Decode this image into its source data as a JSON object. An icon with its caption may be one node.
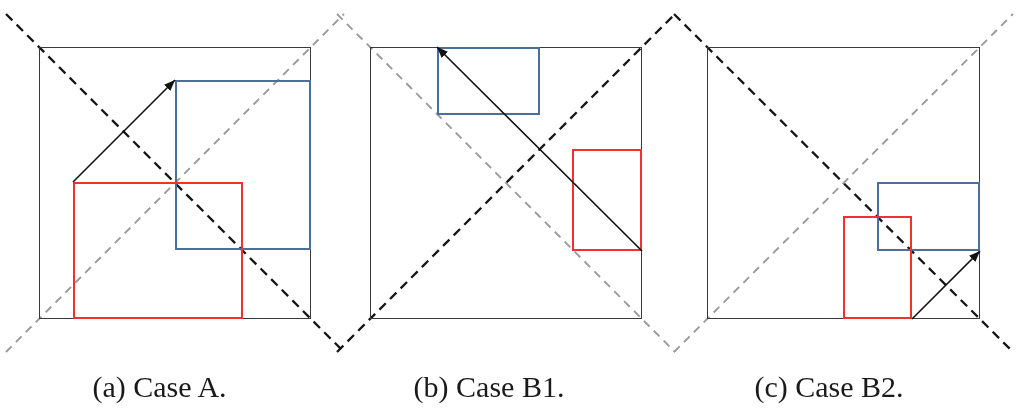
{
  "diagram": {
    "nodes": [
      {
        "text": [],
        "shape": "box"
      },
      {
        "text": [],
        "shape": "box",
        "in": 0
      },
      {
        "text": [],
        "shape": "box",
        "in": 0
      },
      {
        "text": [],
        "shape": "box"
      },
      {
        "text": [],
        "shape": "box",
        "in": 3
      },
      {
        "text": [],
        "shape": "box",
        "in": 3
      },
      {
        "text": [],
        "shape": "box"
      },
      {
        "text": [],
        "shape": "box",
        "in": 6
      },
      {
        "text": [],
        "shape": "box",
        "in": 6
      }
    ],
    "edges": [
      {
        "from": 2,
        "to": 1,
        "arrow": "to"
      },
      {
        "from": 5,
        "to": 4,
        "arrow": "to"
      },
      {
        "from": 8,
        "to": 7,
        "arrow": "to"
      }
    ],
    "labels": [
      "(a) Case A.",
      "(b) Case B1.",
      "(c) Case B2."
    ]
  }
}
